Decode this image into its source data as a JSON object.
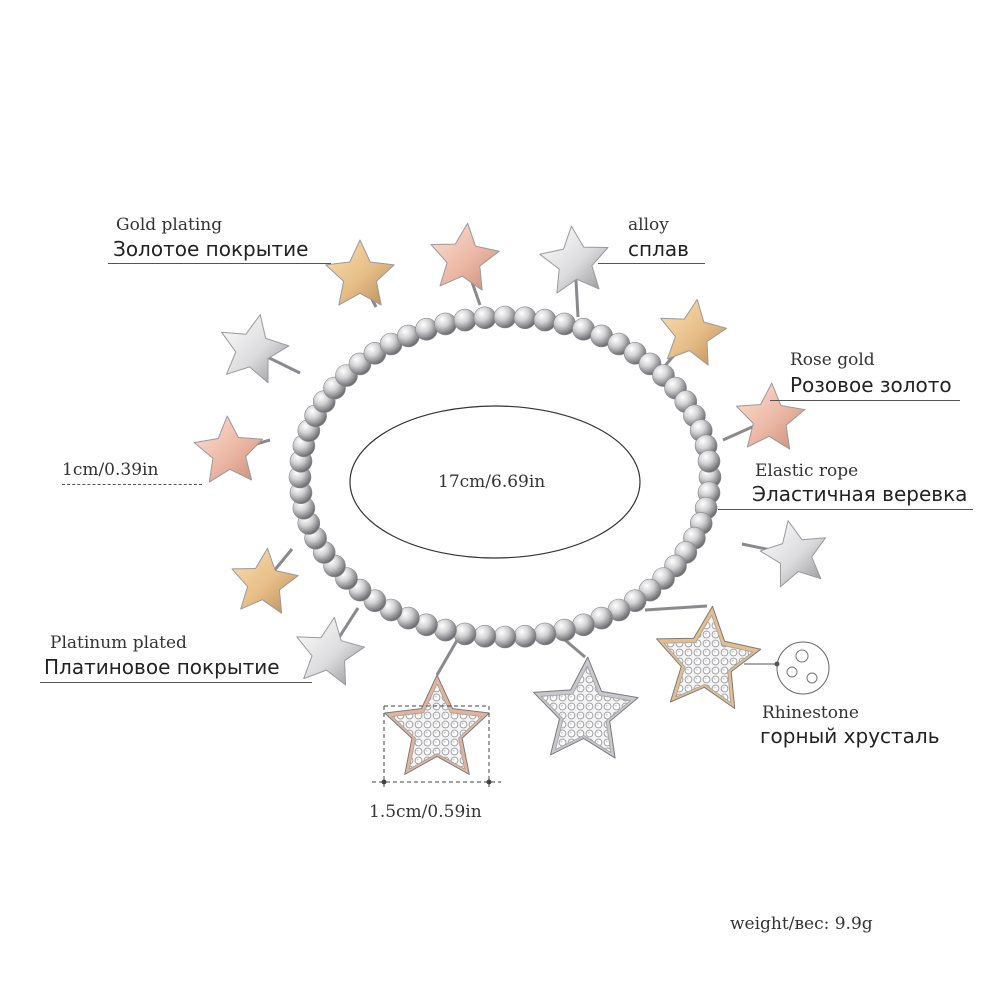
{
  "labels": {
    "gold_plating": {
      "en": "Gold plating",
      "ru": "Золотое покрытие"
    },
    "alloy": {
      "en": "alloy",
      "ru": "сплав"
    },
    "rose_gold": {
      "en": "Rose gold",
      "ru": "Розовое золото"
    },
    "elastic_rope": {
      "en": "Elastic rope",
      "ru": "Эластичная веревка"
    },
    "platinum_plated": {
      "en": "Platinum plated",
      "ru": "Платиновое покрытие"
    },
    "rhinestone": {
      "en": "Rhinestone",
      "ru": "горный хрусталь"
    }
  },
  "dimensions": {
    "inner_size": "17cm/6.69in",
    "charm_size": "1cm/0.39in",
    "pendant_size": "1.5cm/0.59in"
  },
  "weight": "weight/вес: 9.9g",
  "colors": {
    "gold": "#e8c08a",
    "rose_gold": "#eab39f",
    "silver": "#d6d6d8",
    "bead": "#c9c9cb"
  }
}
